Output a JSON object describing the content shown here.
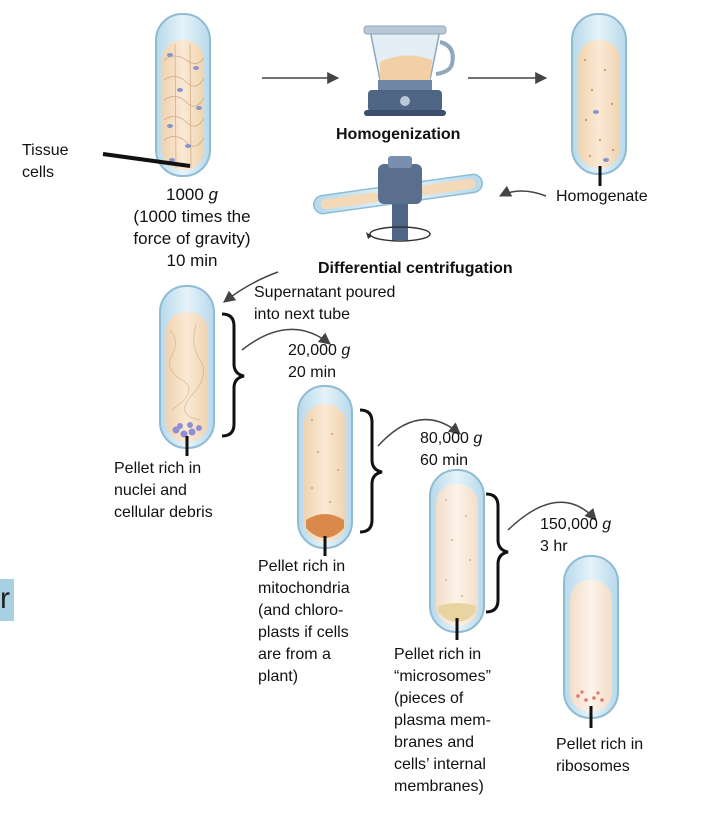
{
  "labels": {
    "tissue_cells": [
      "Tissue",
      "cells"
    ],
    "step1": {
      "speed_value": "1000",
      "unit": "g",
      "lines": [
        "(1000 times the",
        "force of gravity)",
        "10 min"
      ]
    },
    "homogenization": "Homogenization",
    "homogenate": "Homogenate",
    "differential_centrifugation": "Differential centrifugation",
    "supernatant": [
      "Supernatant poured",
      "into next tube"
    ],
    "step2": {
      "speed_value": "20,000",
      "unit": "g",
      "time": "20 min"
    },
    "step3": {
      "speed_value": "80,000",
      "unit": "g",
      "time": "60 min"
    },
    "step4": {
      "speed_value": "150,000",
      "unit": "g",
      "time": "3 hr"
    },
    "pellet1": [
      "Pellet rich in",
      "nuclei and",
      "cellular debris"
    ],
    "pellet2": [
      "Pellet rich in",
      "mitochondria",
      "(and chloro-",
      "plasts if cells",
      "are from a",
      "plant)"
    ],
    "pellet3": [
      "Pellet rich in",
      "“microsomes”",
      "(pieces of",
      "plasma mem-",
      "branes and",
      "cells’ internal",
      "membranes)"
    ],
    "pellet4": [
      "Pellet rich in",
      "ribosomes"
    ],
    "side_tab_glyph": "r"
  },
  "colors": {
    "tube_glass": "#cfe6f2",
    "tube_outline": "#8fbcd4",
    "cell_fill": "#f3d9b8",
    "supernatant": "#f7e4cc",
    "nuclei_pellet": "#8f8fd6",
    "mito_pellet": "#d98a4a",
    "microsome_pellet": "#e8d4a0",
    "ribosome_pellet": "#d97a6a",
    "machine": "#5a6f8e"
  }
}
